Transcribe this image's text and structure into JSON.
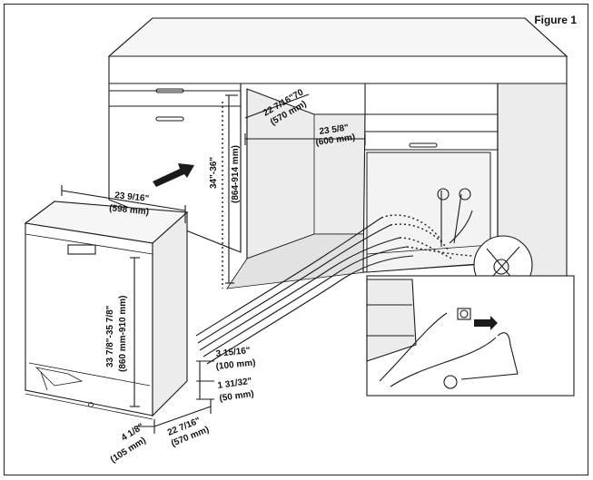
{
  "figure": {
    "label": "Figure 1"
  },
  "dimensions": {
    "cabinet_depth": "22 7/16\"70",
    "cabinet_depth_mm": "(570 mm)",
    "cabinet_width": "23 5/8\"",
    "cabinet_width_mm": "(600 mm)",
    "cabinet_height": "34\"-36\"",
    "cabinet_height_mm": "(864-914 mm)",
    "appliance_width": "23 9/16\"",
    "appliance_width_mm": "(598 mm)",
    "appliance_height": "33 7/8\"-35 7/8\"",
    "appliance_height_mm": "(860 mm-910 mm)",
    "plinth_height": "3 15/16\"",
    "plinth_height_mm": "(100 mm)",
    "plinth_gap": "1 31/32\"",
    "plinth_gap_mm": "(50 mm)",
    "appliance_depth": "22 7/16\"",
    "appliance_depth_mm": "(570 mm)",
    "front_offset": "4 1/8\"",
    "front_offset_mm": "(105 mm)"
  }
}
